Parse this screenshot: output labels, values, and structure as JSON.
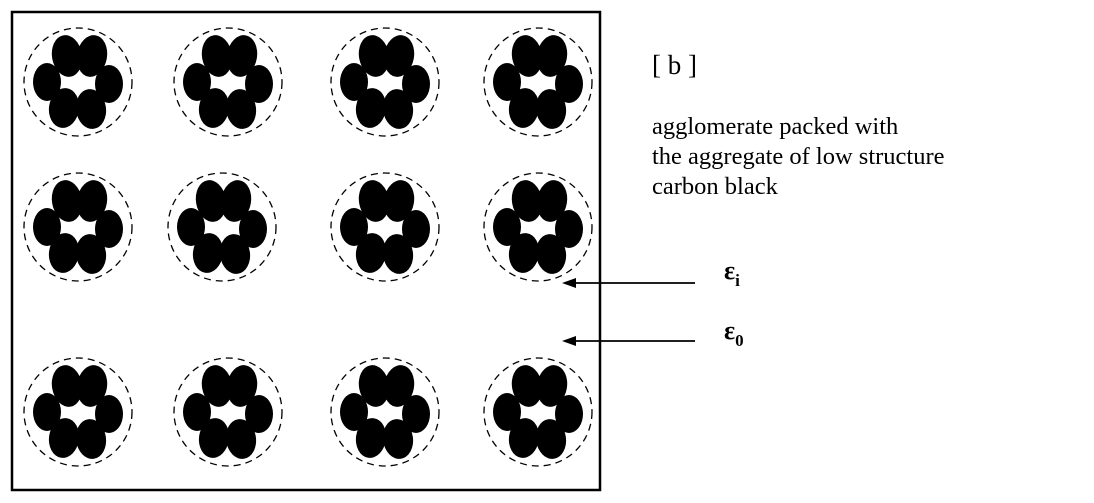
{
  "panel_label": "[ b ]",
  "description": {
    "line1": "agglomerate packed with",
    "line2": "the aggregate of  low structure",
    "line3": "carbon black"
  },
  "symbols": {
    "inner": {
      "base": "ε",
      "subscript": "i"
    },
    "outer": {
      "base": "ε",
      "subscript": "0"
    }
  },
  "grid": {
    "rows": 3,
    "columns": 4,
    "particles_per_agglomerate": 6
  },
  "colors": {
    "particle": "#000000",
    "line": "#000000",
    "background": "#ffffff"
  }
}
